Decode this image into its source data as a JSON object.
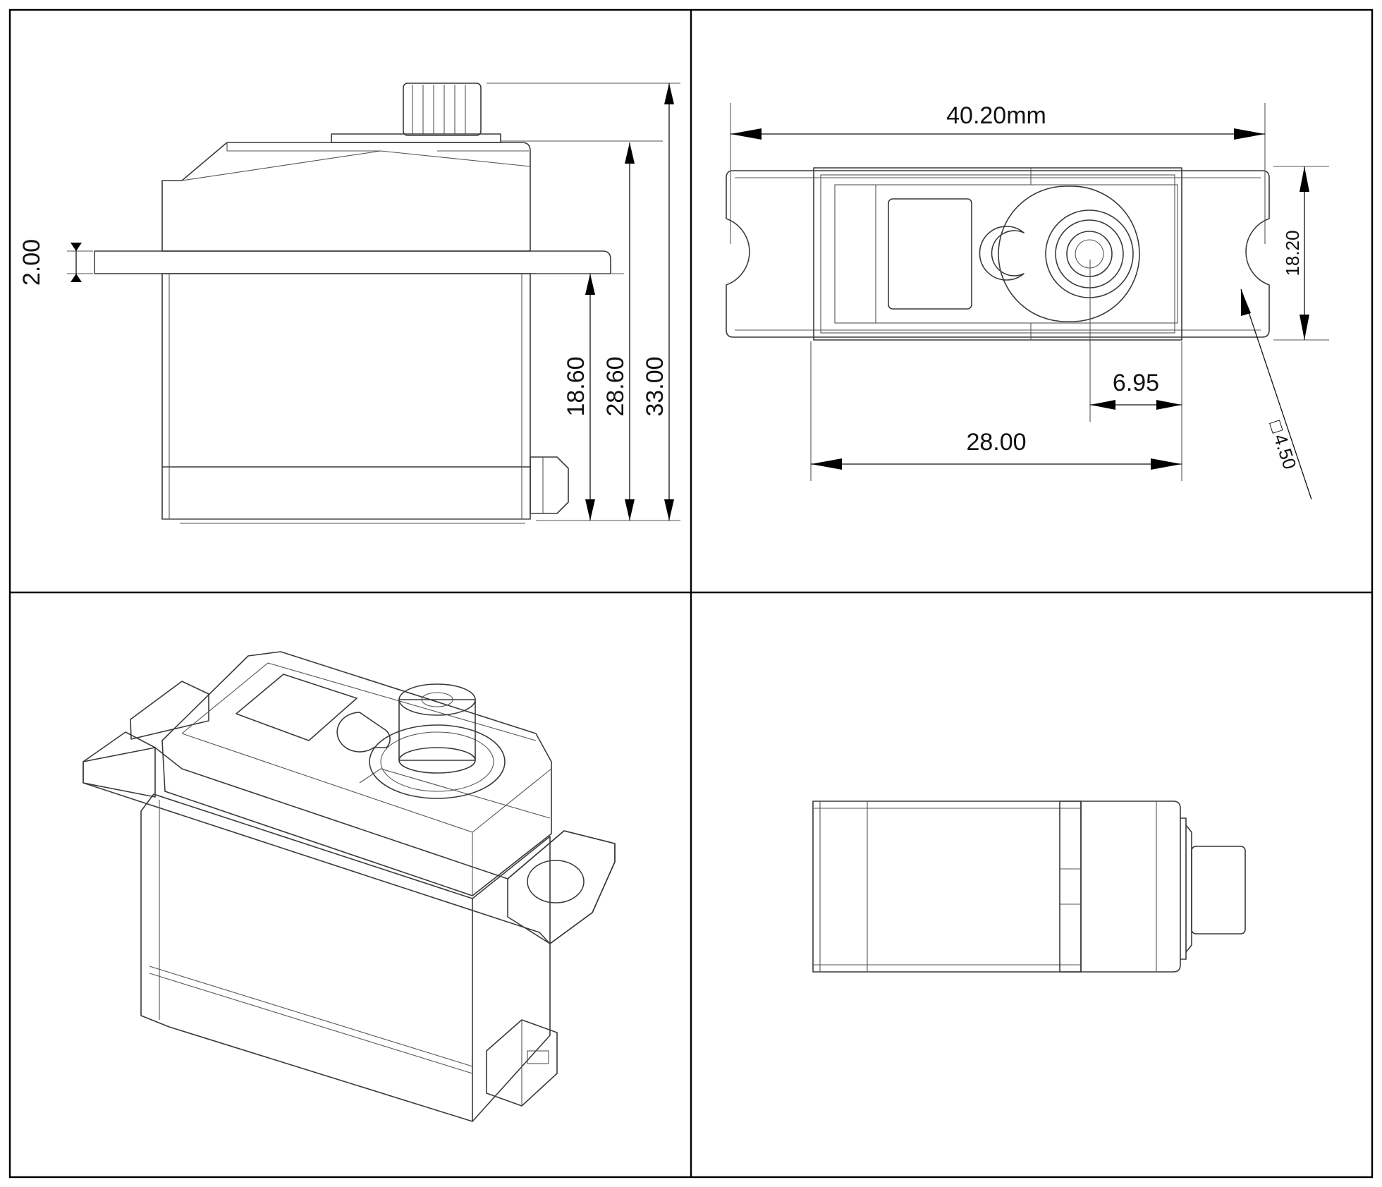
{
  "front_view": {
    "dim_flange_thickness": "2.00",
    "dim_flange_height": "18.60",
    "dim_case_height": "28.60",
    "dim_total_height": "33.00"
  },
  "top_view": {
    "dim_overall_length": "40.20mm",
    "dim_width": "18.20",
    "dim_shaft_offset": "6.95",
    "dim_case_length": "28.00",
    "dim_hole": "4.50",
    "hole_symbol": "□"
  }
}
